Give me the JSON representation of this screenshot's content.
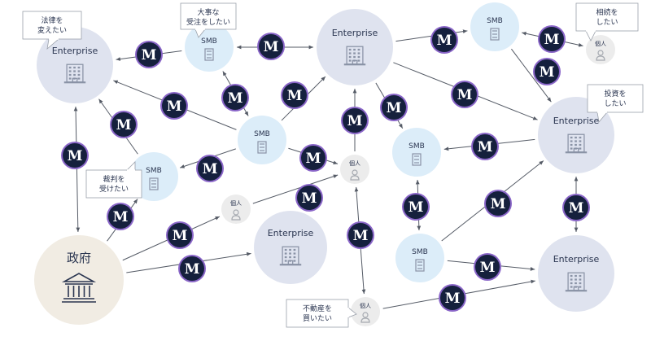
{
  "labels": {
    "enterprise": "Enterprise",
    "smb": "SMB",
    "individual": "個人",
    "government": "政府",
    "badge": "M"
  },
  "colors": {
    "enterprise": "#dfe3ef",
    "smb": "#dcedf9",
    "individual": "#ececec",
    "government": "#f1ece3",
    "badge_fill": "#15203d",
    "badge_ring": "#8a66c8",
    "line": "#555b66",
    "icon": "#8a93a6",
    "text": "#2a3550"
  },
  "callouts": {
    "law": [
      "法律を",
      "変えたい"
    ],
    "order": [
      "大事な",
      "受注をしたい"
    ],
    "inherit": [
      "相続を",
      "したい"
    ],
    "invest": [
      "投資を",
      "したい"
    ],
    "trial": [
      "裁判を",
      "受けたい"
    ],
    "realestate": [
      "不動産を",
      "買いたい"
    ]
  },
  "nodes": [
    {
      "id": "ent1",
      "type": "enterprise"
    },
    {
      "id": "smb1",
      "type": "smb"
    },
    {
      "id": "ent2",
      "type": "enterprise"
    },
    {
      "id": "smb2",
      "type": "smb"
    },
    {
      "id": "ind1",
      "type": "individual"
    },
    {
      "id": "smb3",
      "type": "smb"
    },
    {
      "id": "smb4",
      "type": "smb"
    },
    {
      "id": "ind2",
      "type": "individual"
    },
    {
      "id": "ent3",
      "type": "enterprise"
    },
    {
      "id": "smb5",
      "type": "smb"
    },
    {
      "id": "ind3",
      "type": "individual"
    },
    {
      "id": "ent4",
      "type": "enterprise"
    },
    {
      "id": "gov",
      "type": "government"
    },
    {
      "id": "ent5",
      "type": "enterprise"
    },
    {
      "id": "smb6",
      "type": "smb"
    },
    {
      "id": "ent6",
      "type": "enterprise"
    },
    {
      "id": "ind4",
      "type": "individual"
    }
  ],
  "edges": [
    {
      "from": "ent1",
      "to": "smb1"
    },
    {
      "from": "smb1",
      "to": "ent2"
    },
    {
      "from": "smb1",
      "to": "smb2"
    },
    {
      "from": "ent2",
      "to": "smb2"
    },
    {
      "from": "ent2",
      "to": "smb3"
    },
    {
      "from": "smb3",
      "to": "ind1"
    },
    {
      "from": "smb3",
      "to": "ent3"
    },
    {
      "from": "ent3",
      "to": "smb5"
    },
    {
      "from": "ent2",
      "to": "ent3"
    },
    {
      "from": "ent1",
      "to": "smb2"
    },
    {
      "from": "smb2",
      "to": "smb4"
    },
    {
      "from": "smb2",
      "to": "ind2"
    },
    {
      "from": "smb2",
      "to": "ent5"
    },
    {
      "from": "ent2",
      "to": "ind2"
    },
    {
      "from": "ent1",
      "to": "gov"
    },
    {
      "from": "gov",
      "to": "ent4"
    },
    {
      "from": "gov",
      "to": "ind3"
    },
    {
      "from": "ind2",
      "to": "ind4"
    },
    {
      "from": "smb5",
      "to": "smb6"
    },
    {
      "from": "smb6",
      "to": "ent3"
    },
    {
      "from": "smb6",
      "to": "ent6"
    },
    {
      "from": "ent6",
      "to": "ind4"
    },
    {
      "from": "ent5",
      "to": "ent6"
    },
    {
      "from": "ent5",
      "to": "smb5"
    },
    {
      "from": "smb3",
      "to": "ind4"
    }
  ]
}
